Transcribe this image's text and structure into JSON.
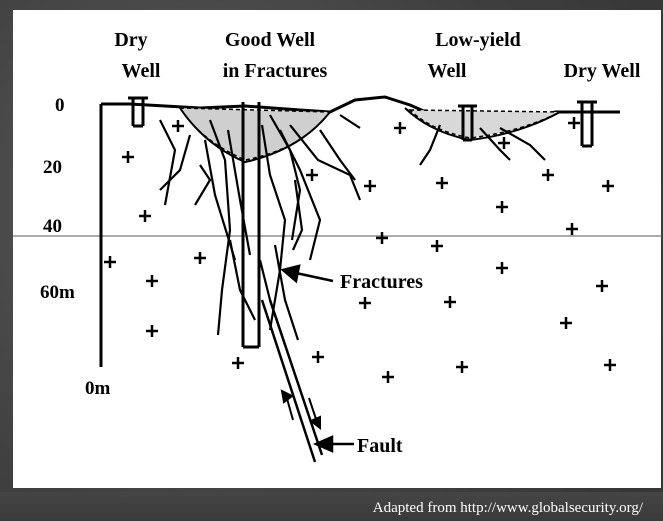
{
  "wells": {
    "dry_left": [
      "Dry",
      "Well"
    ],
    "good": [
      "Good Well",
      "in Fractures"
    ],
    "low_yield": [
      "Low-yield",
      "Well"
    ],
    "dry_right": "Dry Well"
  },
  "depth_scale": {
    "ticks": [
      "0",
      "20",
      "40",
      "60m"
    ],
    "bottom": "0m"
  },
  "annotations": {
    "fractures": "Fractures",
    "fault": "Fault"
  },
  "credit": "Adapted from http://www.globalsecurity.org/"
}
